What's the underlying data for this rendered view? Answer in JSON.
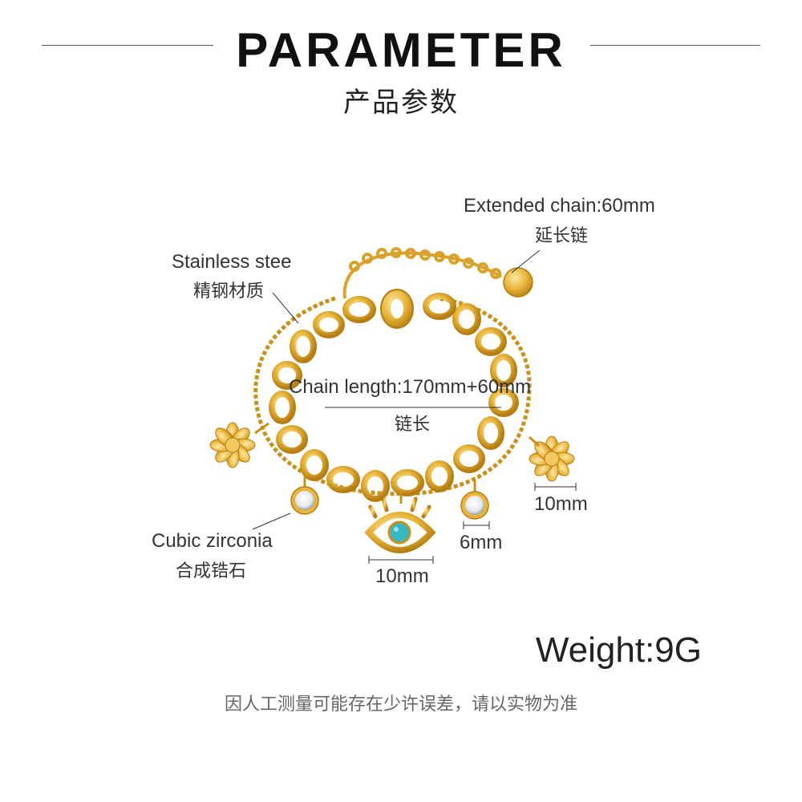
{
  "header": {
    "title": "PARAMETER",
    "subtitle": "产品参数"
  },
  "labels": {
    "extended_chain_en": "Extended chain:60mm",
    "extended_chain_cn": "延长链",
    "material_en": "Stainless stee",
    "material_cn": "精钢材质",
    "chain_length_en": "Chain length:170mm+60mm",
    "chain_length_cn": "链长",
    "flower_size": "10mm",
    "crystal_size": "6mm",
    "eye_size": "10mm",
    "stone_en": "Cubic zirconia",
    "stone_cn": "合成锆石"
  },
  "weight": "Weight:9G",
  "note": "因人工测量可能存在少许误差，请以实物为准",
  "colors": {
    "gold": "#e8b53a",
    "gold_dark": "#c9901a",
    "turquoise": "#35b7c4"
  }
}
